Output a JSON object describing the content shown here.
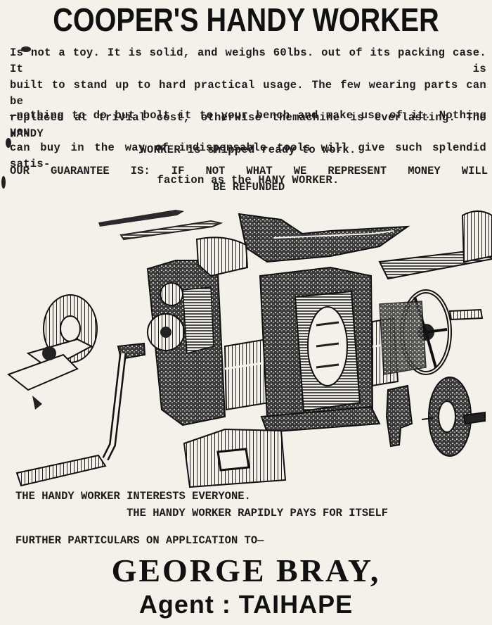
{
  "headline": "COOPER'S HANDY WORKER",
  "paragraph_1_lines": [
    "Is not a toy. It is solid, and weighs 60lbs. out of its packing case. It is",
    "built to stand up to hard practical usage. The few wearing parts can be",
    "replaced at trivial cost, otherwise themachine is everlasting. The HANDY"
  ],
  "paragraph_1_center": "WORKER is shipped ready to work.",
  "paragraph_2_lines": [
    "—nothing to do but bolt it to your bench and make use of it. Nothing you",
    "can buy in the way of indispensable tools will give such splendid satis-"
  ],
  "paragraph_2_center": "faction as the HANY WORKER.",
  "guarantee_line_1": "OUR GUARANTEE IS: IF NOT WHAT WE REPRESENT MONEY WILL",
  "guarantee_line_2": "BE REFUNDED",
  "caption_1": "THE HANDY WORKER INTERESTS EVERYONE.",
  "caption_2": "THE HANDY WORKER RAPIDLY PAYS FOR ITSELF",
  "further": "FURTHER PARTICULARS ON APPLICATION TO—",
  "agent_name": "GEORGE BRAY,",
  "agent_line": "Agent : TAIHAPE",
  "colors": {
    "ink": "#1a1a1a",
    "paper": "#f4f1ea"
  }
}
